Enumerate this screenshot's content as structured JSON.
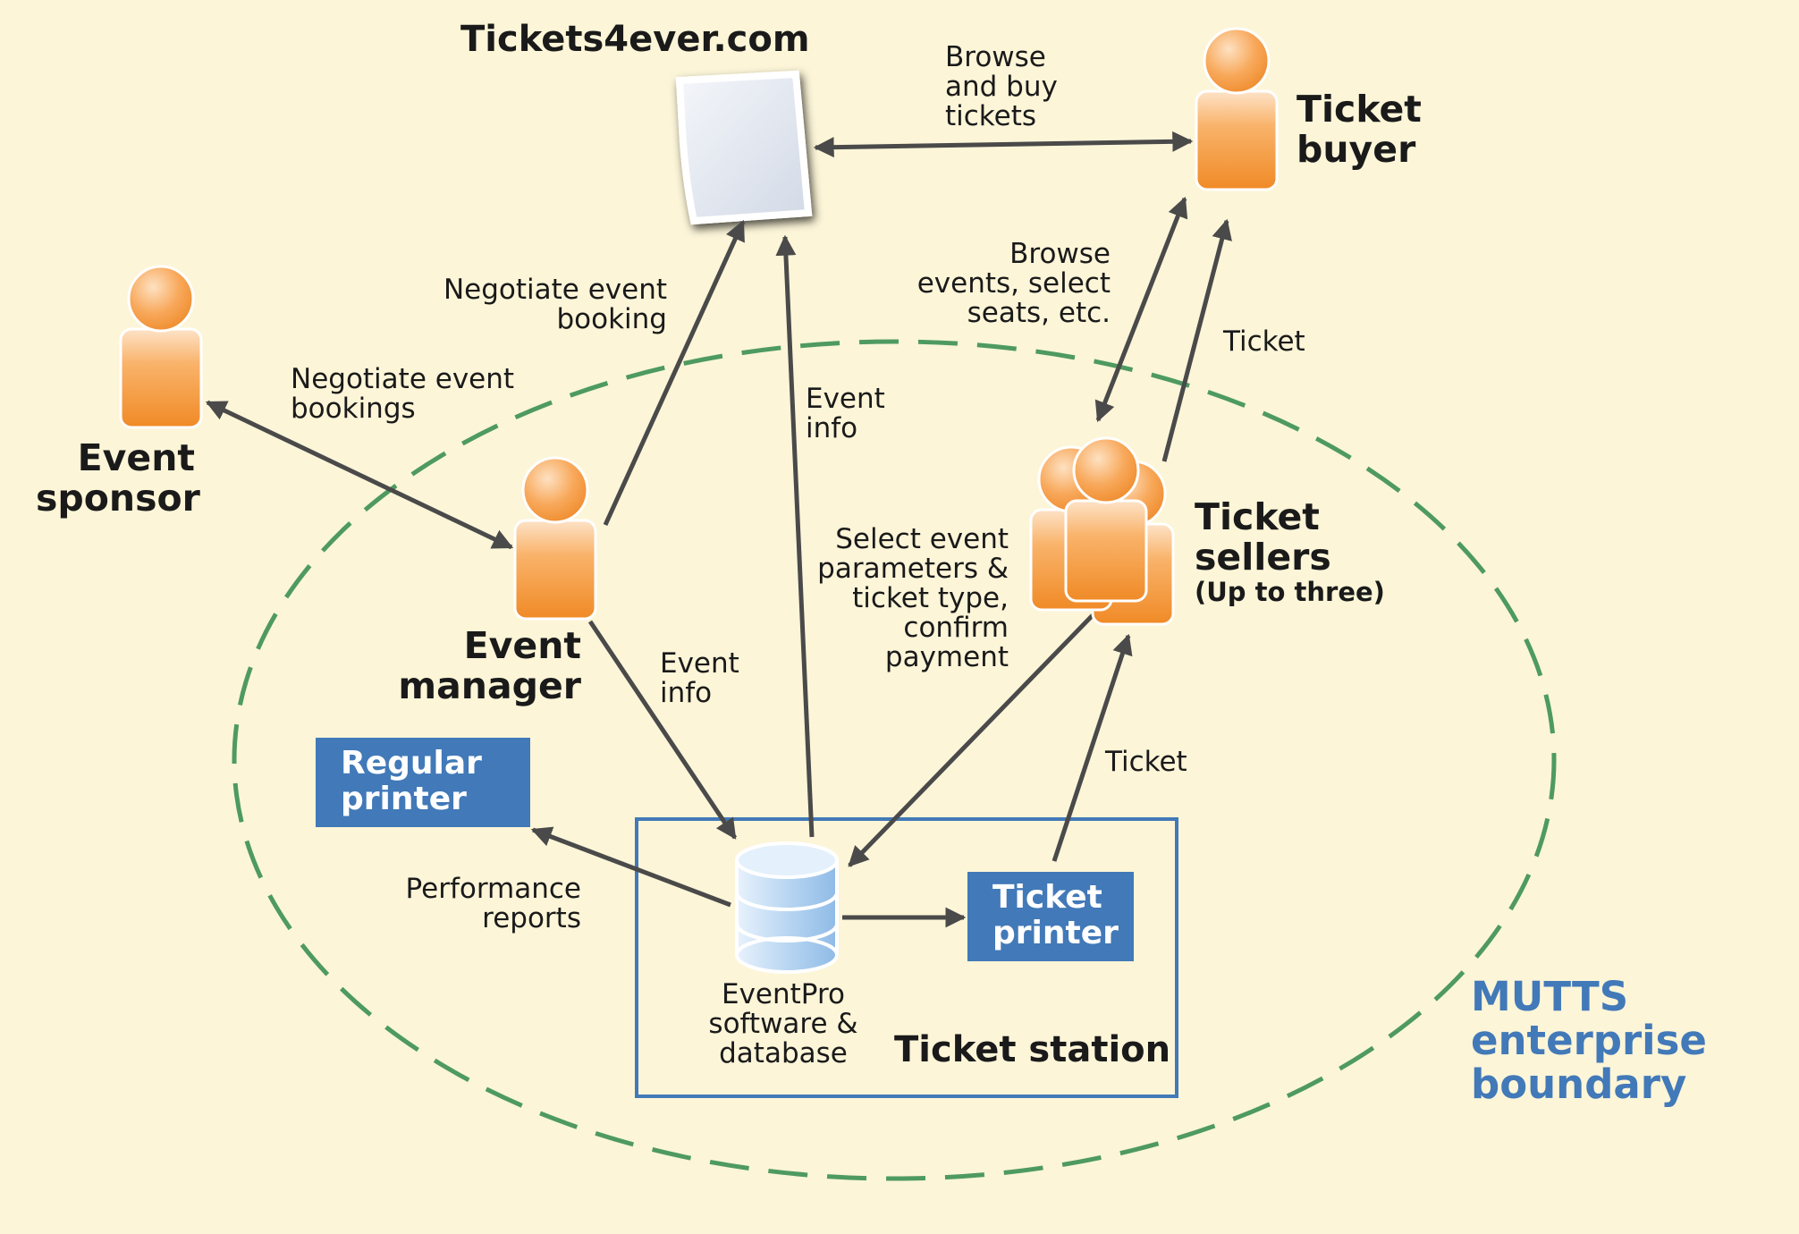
{
  "nodes": {
    "website": {
      "label": "Tickets4ever.com"
    },
    "ticket_buyer": {
      "lines": [
        "Ticket",
        "buyer"
      ]
    },
    "event_sponsor": {
      "lines": [
        "Event",
        "sponsor"
      ]
    },
    "event_manager": {
      "lines": [
        "Event",
        "manager"
      ]
    },
    "ticket_sellers": {
      "lines": [
        "Ticket",
        "sellers"
      ],
      "note": "(Up to three)"
    },
    "regular_printer": {
      "lines": [
        "Regular",
        "printer"
      ]
    },
    "ticket_printer": {
      "lines": [
        "Ticket",
        "printer"
      ]
    },
    "database": {
      "lines": [
        "EventPro",
        "software &",
        "database"
      ]
    },
    "ticket_station": {
      "label": "Ticket station"
    },
    "enterprise_boundary": {
      "lines": [
        "MUTTS",
        "enterprise",
        "boundary"
      ]
    }
  },
  "edges": {
    "browse_buy": {
      "lines": [
        "Browse",
        "and buy",
        "tickets"
      ]
    },
    "negotiate_booking": {
      "lines": [
        "Negotiate event",
        "booking"
      ]
    },
    "negotiate_bookings": {
      "lines": [
        "Negotiate event",
        "bookings"
      ]
    },
    "event_info_web": {
      "lines": [
        "Event",
        "info"
      ]
    },
    "event_info_db": {
      "lines": [
        "Event",
        "info"
      ]
    },
    "browse_events": {
      "lines": [
        "Browse",
        "events, select",
        "seats, etc."
      ]
    },
    "ticket_to_buyer": {
      "label": "Ticket"
    },
    "select_params": {
      "lines": [
        "Select event",
        "parameters &",
        "ticket type,",
        "confirm",
        "payment"
      ]
    },
    "ticket_to_seller": {
      "label": "Ticket"
    },
    "performance_reports": {
      "lines": [
        "Performance",
        "reports"
      ]
    }
  },
  "colors": {
    "background": "#fcf5d8",
    "person_orange": "#f59a3c",
    "box_blue": "#4279b8",
    "boundary_green": "#4e9a60",
    "arrow": "#4a4a4a"
  }
}
